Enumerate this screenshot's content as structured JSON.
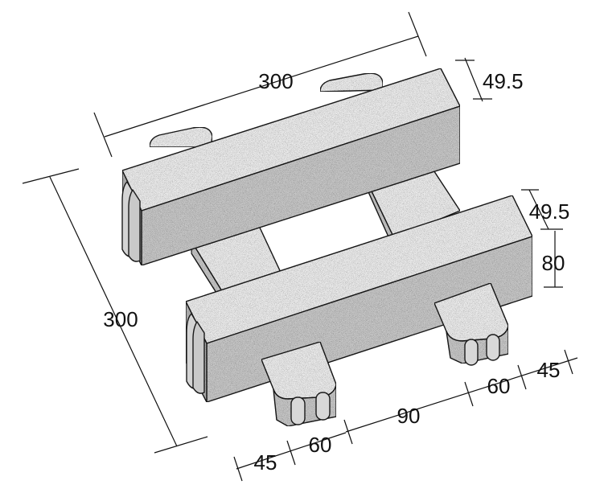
{
  "diagram": {
    "colors": {
      "top_face": "#ececec",
      "front_face": "#c7c7c7",
      "side_face": "#b4b4b4",
      "edge": "#1a1a1a"
    },
    "dimensions": {
      "top_length": "300",
      "side_length": "300",
      "top_thickness": "49.5",
      "bar_thickness": "49.5",
      "height": "80",
      "right_gap": "90",
      "right_seg_a": "60",
      "right_seg_b": "45",
      "left_seg_a": "45",
      "left_seg_b": "60"
    }
  }
}
